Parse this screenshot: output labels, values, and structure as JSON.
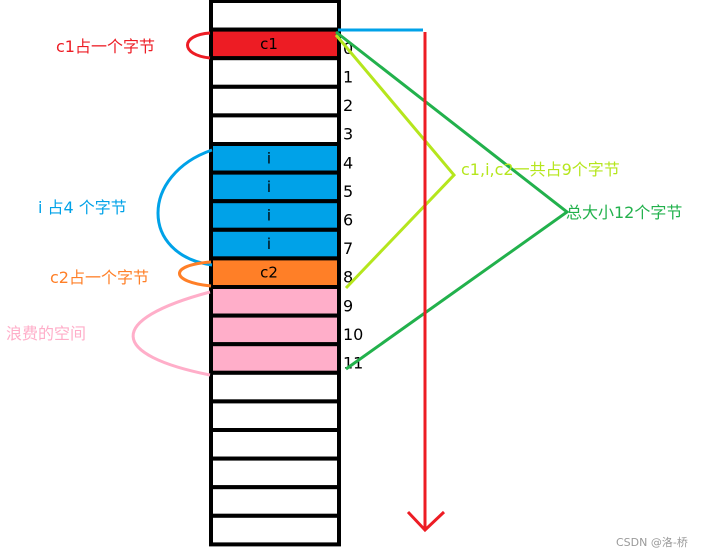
{
  "cells": [
    {
      "label": "",
      "fill": "#ffffff",
      "offset": ""
    },
    {
      "label": "c1",
      "fill": "#ed1c24",
      "offset": "0"
    },
    {
      "label": "",
      "fill": "#ffffff",
      "offset": "1"
    },
    {
      "label": "",
      "fill": "#ffffff",
      "offset": "2"
    },
    {
      "label": "",
      "fill": "#ffffff",
      "offset": "3"
    },
    {
      "label": "i",
      "fill": "#00a2e8",
      "offset": "4"
    },
    {
      "label": "i",
      "fill": "#00a2e8",
      "offset": "5"
    },
    {
      "label": "i",
      "fill": "#00a2e8",
      "offset": "6"
    },
    {
      "label": "i",
      "fill": "#00a2e8",
      "offset": "7"
    },
    {
      "label": "c2",
      "fill": "#ff7f27",
      "offset": "8"
    },
    {
      "label": "",
      "fill": "#ffaec9",
      "offset": "9"
    },
    {
      "label": "",
      "fill": "#ffaec9",
      "offset": "10"
    },
    {
      "label": "",
      "fill": "#ffaec9",
      "offset": "11"
    },
    {
      "label": "",
      "fill": "#ffffff",
      "offset": ""
    },
    {
      "label": "",
      "fill": "#ffffff",
      "offset": ""
    },
    {
      "label": "",
      "fill": "#ffffff",
      "offset": ""
    },
    {
      "label": "",
      "fill": "#ffffff",
      "offset": ""
    },
    {
      "label": "",
      "fill": "#ffffff",
      "offset": ""
    },
    {
      "label": "",
      "fill": "#ffffff",
      "offset": ""
    }
  ],
  "annotations": {
    "c1_size": {
      "text": "c1占一个字节",
      "color": "#ed1c24"
    },
    "i_size": {
      "text": "i 占4 个字节",
      "color": "#00a2e8"
    },
    "c2_size": {
      "text": "c2占一个字节",
      "color": "#ff7f27"
    },
    "wasted": {
      "text": "浪费的空间",
      "color": "#ffaec9"
    },
    "used_total": {
      "text": "c1,i,c2一共占9个字节",
      "color": "#b5e61d"
    },
    "total_size": {
      "text": "总大小12个字节",
      "color": "#22b14c"
    }
  },
  "arrow_color": "#ed1c24",
  "watermark": "CSDN @洛-桥"
}
